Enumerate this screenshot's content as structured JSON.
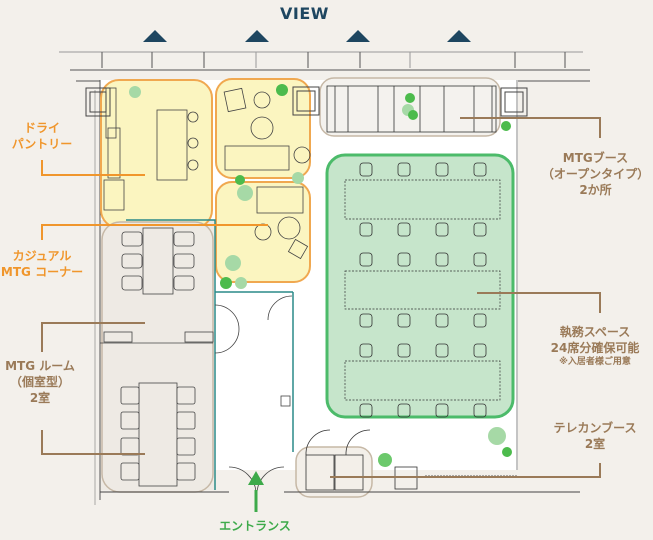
{
  "header": {
    "view_label": "VIEW",
    "view_markers": 4,
    "marker_color": "#1e4660"
  },
  "colors": {
    "background": "#f3f0eb",
    "orange_zone_fill": "#fbf5c0",
    "orange_zone_stroke": "#f0a850",
    "green_zone_fill": "#c6e5cb",
    "green_zone_stroke": "#4cbb6a",
    "gray_zone_fill": "#eeeae4",
    "gray_zone_stroke": "#c6b8a6",
    "orange_text": "#f0962c",
    "brown_text": "#9a7a58",
    "entrance_green": "#3daa4a",
    "wall_teal": "#2a8a88"
  },
  "labels": {
    "dry_pantry": {
      "line1": "ドライ",
      "line2": "パントリー"
    },
    "casual_mtg": {
      "line1": "カジュアル",
      "line2": "MTG コーナー"
    },
    "mtg_room": {
      "line1": "MTG ルーム",
      "line2": "（個室型）",
      "line3": "2室"
    },
    "mtg_booth": {
      "line1": "MTGブース",
      "line2": "（オープンタイプ）",
      "line3": "2か所"
    },
    "work_space": {
      "line1": "執務スペース",
      "line2": "24席分確保可能",
      "note": "※入居者様ご用意"
    },
    "telecon_booth": {
      "line1": "テレカンブース",
      "line2": "2室"
    },
    "entrance": {
      "label": "エントランス"
    }
  },
  "work_space_seats": {
    "tables": 3,
    "seats_per_side": 4,
    "total": 24
  },
  "mtg_room_tables": [
    {
      "seats": 6
    },
    {
      "seats": 8
    }
  ]
}
